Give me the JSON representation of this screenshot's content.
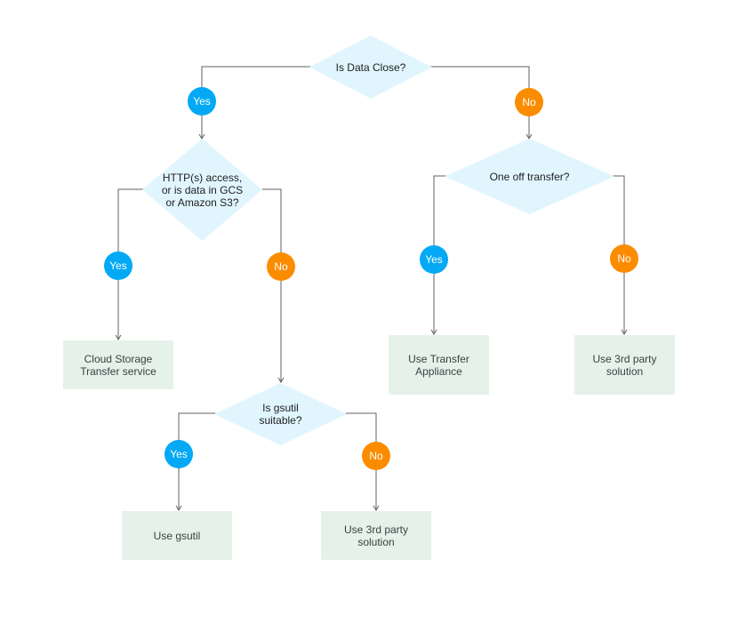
{
  "colors": {
    "decision": "#e1f5fe",
    "outcome": "#e4f2ea",
    "yes": "#03a9f4",
    "no": "#fb8c00",
    "line": "#616161"
  },
  "decisions": {
    "data_close": "Is Data Close?",
    "http_access": "HTTP(s) access,\nor is data in GCS\nor Amazon S3?",
    "gsutil_suitable": "Is gsutil\nsuitable?",
    "one_off": "One off transfer?"
  },
  "answers": {
    "yes": "Yes",
    "no": "No"
  },
  "outcomes": {
    "cloud_storage_transfer": "Cloud Storage\nTransfer service",
    "use_gsutil": "Use gsutil",
    "third_party_gsutil": "Use 3rd party\nsolution",
    "transfer_appliance": "Use Transfer\nAppliance",
    "third_party_one_off": "Use 3rd party\nsolution"
  }
}
